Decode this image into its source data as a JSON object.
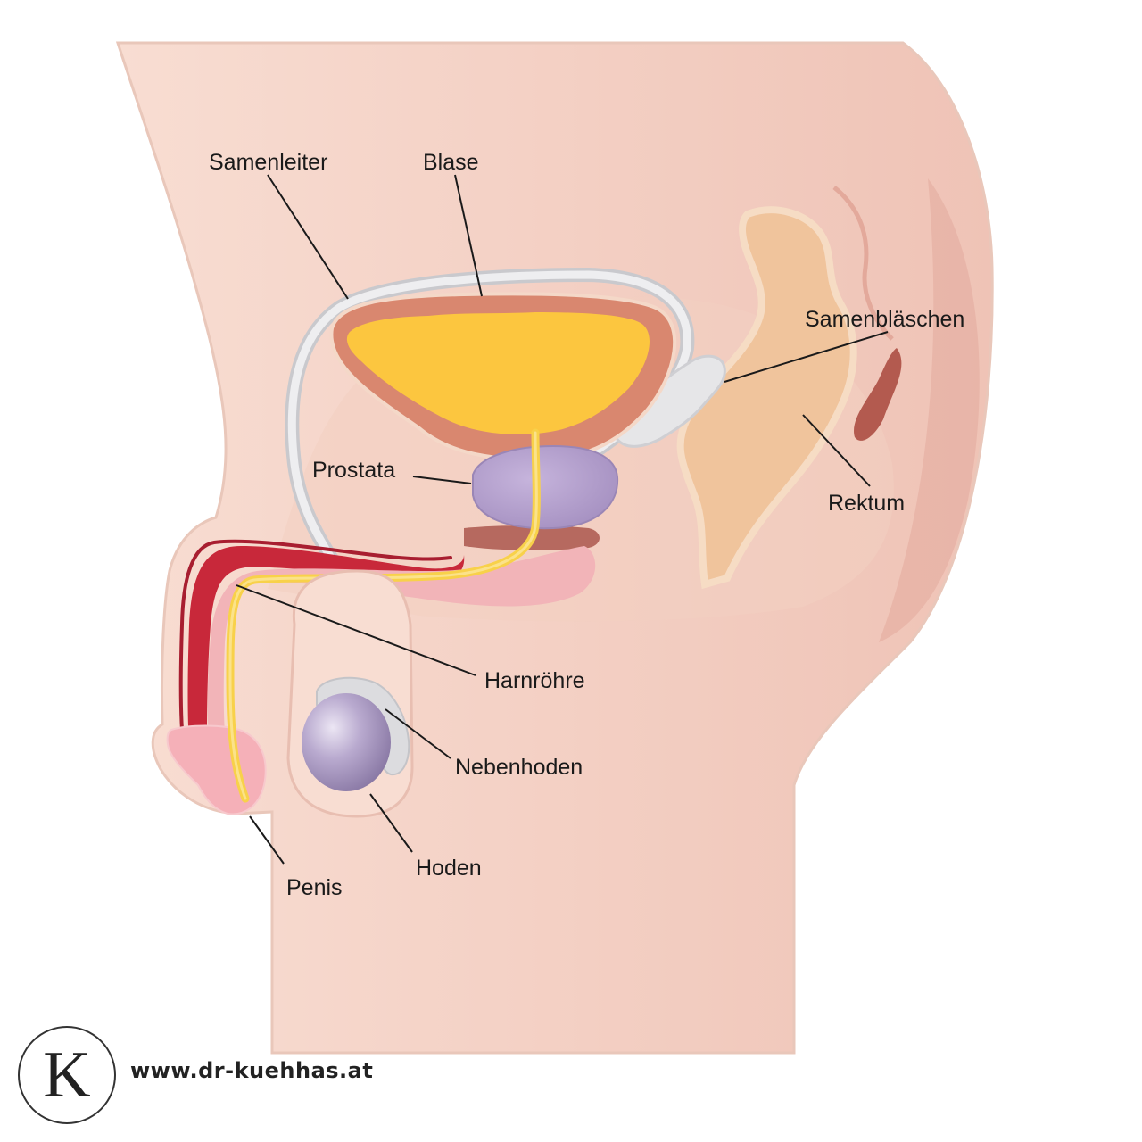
{
  "labels": {
    "samenleiter": "Samenleiter",
    "blase": "Blase",
    "samenblaeschen": "Samenbläschen",
    "prostata": "Prostata",
    "rektum": "Rektum",
    "harnroehre": "Harnröhre",
    "nebenhoden": "Nebenhoden",
    "hoden": "Hoden",
    "penis": "Penis"
  },
  "footer": {
    "logo_letter": "K",
    "website": "www.dr-kuehhas.at"
  },
  "colors": {
    "skin": "#f6d6ca",
    "skin_dark": "#ecbcae",
    "bladder_wall": "#d9876f",
    "bladder_inner": "#fcc63f",
    "urethra": "#f8d14a",
    "prostate": "#b39dcc",
    "testis": "#a898c0",
    "vas": "#dfdfe2",
    "erectile_red": "#c8283a",
    "rectum": "#f2c9a2"
  }
}
